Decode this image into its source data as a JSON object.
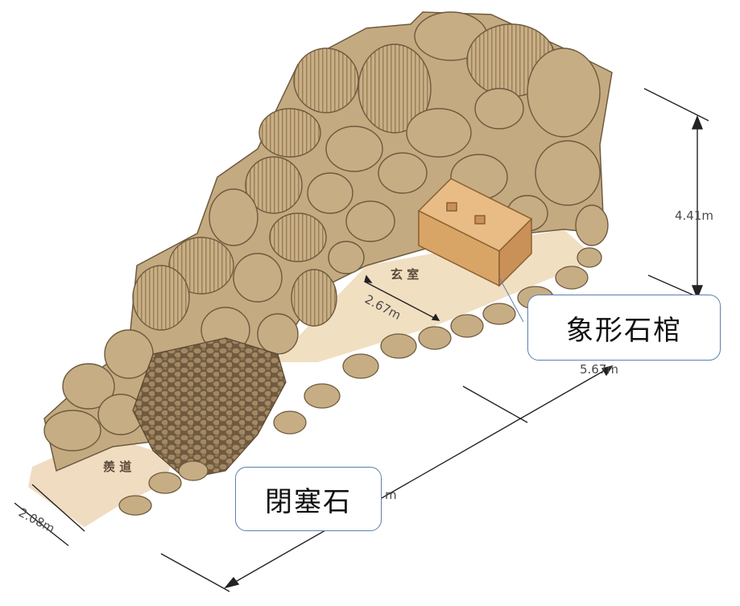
{
  "labels": {
    "chamber": "玄 室",
    "passage": "羨 道"
  },
  "dimensions": {
    "height": "4.41m",
    "chamber_width": "2.67m",
    "chamber_length": "5.67m",
    "passage_width": "2.08m",
    "passage_length_partial": "m"
  },
  "callouts": {
    "sarcophagus": "象形石棺",
    "closing_stone": "閉塞石"
  },
  "colors": {
    "stone": "#c8ae84",
    "stone_shadow": "#8a7050",
    "floor": "#f2e1c4",
    "coffin": "#dca66a",
    "callout_border": "#5b7fae"
  }
}
